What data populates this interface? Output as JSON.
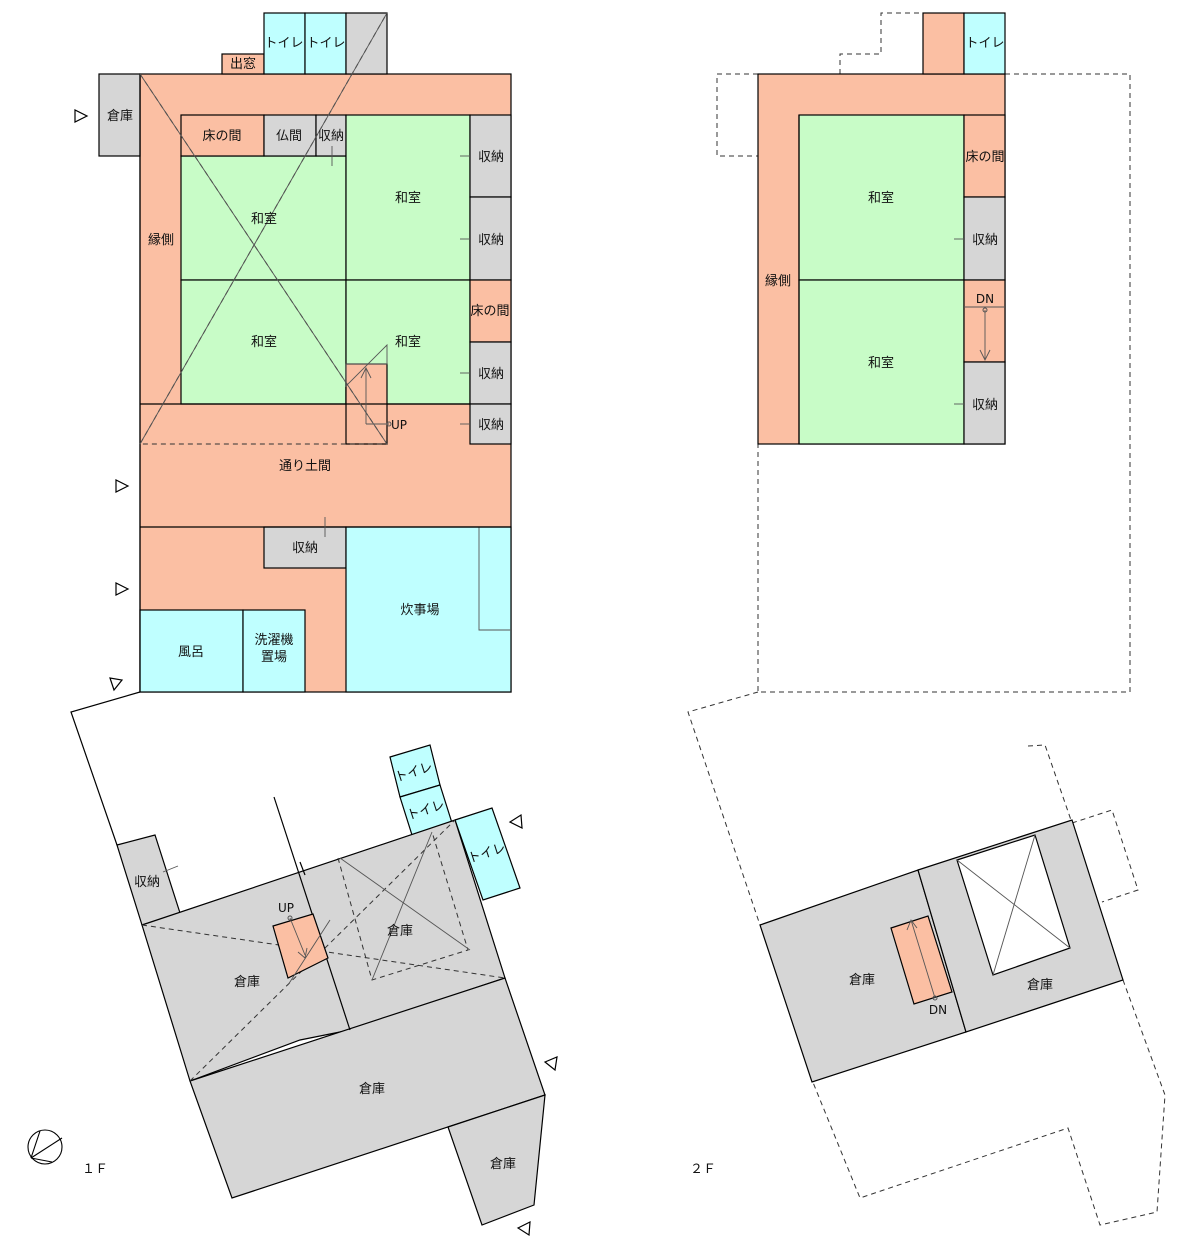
{
  "colors": {
    "corridor": "#fbbfa3",
    "tatami": "#c8fcc7",
    "storage": "#d6d6d6",
    "water": "#bfffff"
  },
  "labels": {
    "toilet": "トイレ",
    "demado": "出窓",
    "souko": "倉庫",
    "tokonoma": "床の間",
    "butsuma": "仏間",
    "shuno": "収納",
    "washitsu": "和室",
    "engawa": "縁側",
    "tori_doma": "通り土間",
    "suijiba": "炊事場",
    "furo": "風呂",
    "sentakuki_1": "洗濯機",
    "sentakuki_2": "置場",
    "up": "UP",
    "dn": "DN",
    "floor1": "１Ｆ",
    "floor2": "２Ｆ"
  },
  "icons": {
    "entrance": "entrance-triangle-icon",
    "north": "north-arrow-icon"
  }
}
